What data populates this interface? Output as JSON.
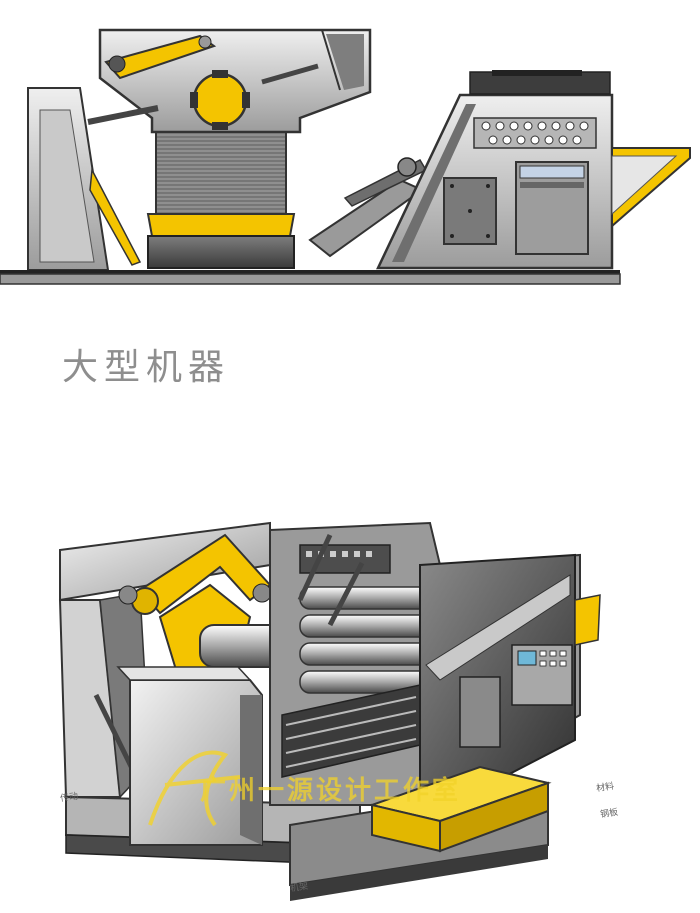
{
  "caption": "大型机器",
  "watermark": "广州一源设计工作室",
  "annotations": [
    "材料",
    "钢板",
    "传动",
    "机架"
  ],
  "colors": {
    "accent_yellow": "#f4c400",
    "steel_dark": "#3a3a3a",
    "steel_mid": "#8a8a8a",
    "steel_light": "#d9d9d9",
    "caption_gray": "#8e8e8e"
  }
}
